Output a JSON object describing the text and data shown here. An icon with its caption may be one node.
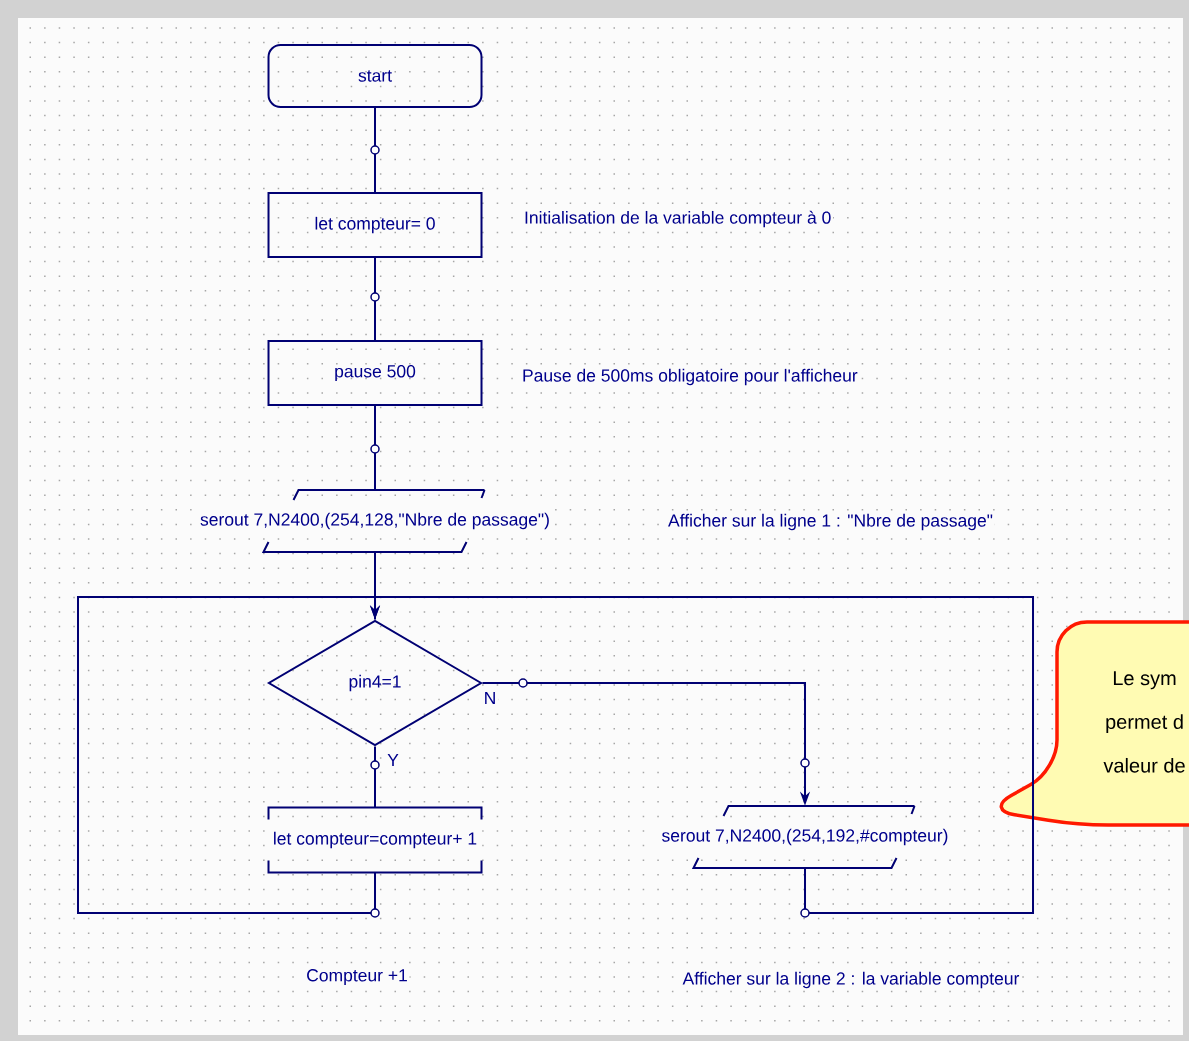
{
  "diagram": {
    "nodes": [
      {
        "text": [
          "start"
        ]
      },
      {
        "text": [
          "let compteur= 0"
        ]
      },
      {
        "text": [
          "pause 500"
        ]
      },
      {
        "text": [
          "serout 7,N2400,(254,128,\"Nbre de passage\")"
        ]
      },
      {
        "text": [
          "pin4=1"
        ]
      },
      {
        "text": [
          "let compteur=compteur+ 1"
        ]
      },
      {
        "text": [
          "serout 7,N2400,(254,192,#compteur)"
        ]
      },
      {
        "text": [
          "Le sym",
          "permet d",
          "valeur de"
        ]
      }
    ],
    "edges": [
      {
        "from": 0,
        "to": 1,
        "arrow": "none"
      },
      {
        "from": 1,
        "to": 2,
        "arrow": "none"
      },
      {
        "from": 2,
        "to": 3,
        "arrow": "none"
      },
      {
        "from": 3,
        "to": 4,
        "arrow": "none"
      },
      {
        "from": 4,
        "to": 5,
        "arrow": "none",
        "label": "Y"
      },
      {
        "from": 4,
        "to": 6,
        "arrow": "to",
        "label": "N"
      },
      {
        "from": 5,
        "to": 4,
        "arrow": "to"
      },
      {
        "from": 6,
        "to": 4,
        "arrow": "to"
      }
    ],
    "labels": [
      "Initialisation de la variable compteur à 0",
      "Pause de 500ms obligatoire pour l'afficheur",
      "Afficher sur la ligne 1 : \"Nbre de passage\"",
      "Compteur +1",
      "Afficher sur la ligne 2 : la variable compteur"
    ]
  }
}
